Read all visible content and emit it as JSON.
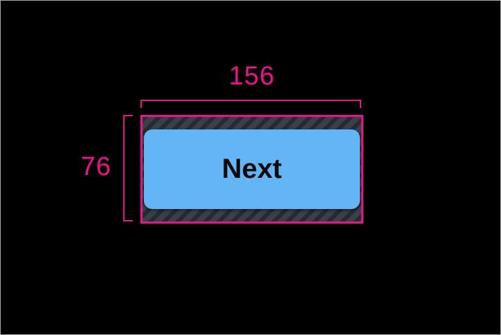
{
  "window": {
    "background_color": "#000000",
    "frame_border_color": "#A9A9A9"
  },
  "inspector_overlay": {
    "accent_color": "#EC128B",
    "width_value": "156",
    "height_value": "76",
    "padding_hatch": {
      "base_color": "#3A404A",
      "stripe_color": "#262B33",
      "stripe_direction": "bottom-left-to-top-right"
    }
  },
  "button": {
    "label": "Next",
    "fill_color": "#64B5F6",
    "label_color": "#0B0B0B"
  }
}
